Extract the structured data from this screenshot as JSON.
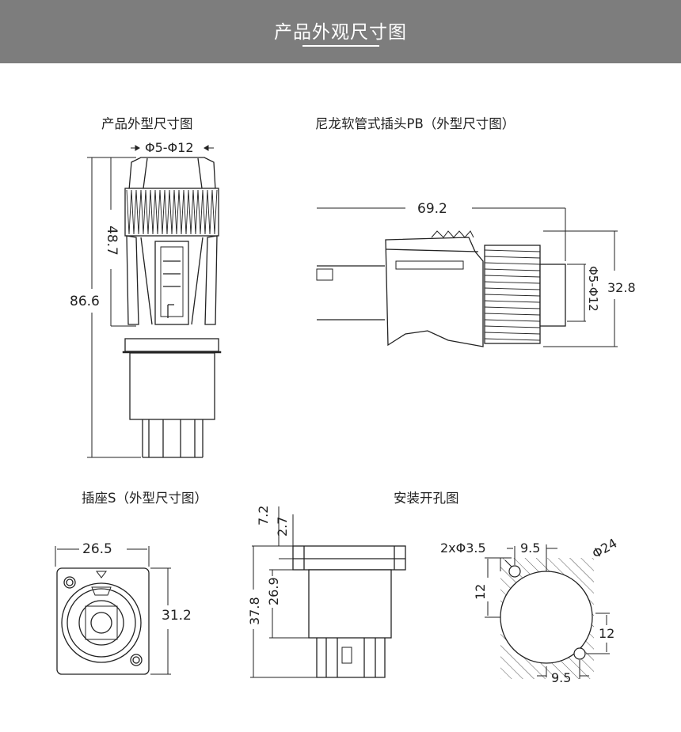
{
  "header": {
    "title": "产品外观尺寸图"
  },
  "captions": {
    "product": "产品外型尺寸图",
    "plug": "尼龙软管式插头PB（外型尺寸图）",
    "socket": "插座S（外型尺寸图）",
    "mount": "安装开孔图"
  },
  "dims": {
    "cable_range_top": "Φ5-Φ12",
    "height_upper": "48.7",
    "height_total": "86.6",
    "plug_length": "69.2",
    "plug_cable": "Φ5-Φ12",
    "plug_height": "32.8",
    "socket_width": "26.5",
    "socket_height": "31.2",
    "flange_top": "7.2",
    "flange_thick": "2.7",
    "body_depth": "26.9",
    "total_depth": "37.8",
    "hole_spec": "2xΦ3.5",
    "hole_x_top": "9.5",
    "hole_diameter": "Φ24",
    "hole_y_left": "12",
    "hole_y_right": "12",
    "hole_x_bottom": "9.5"
  }
}
